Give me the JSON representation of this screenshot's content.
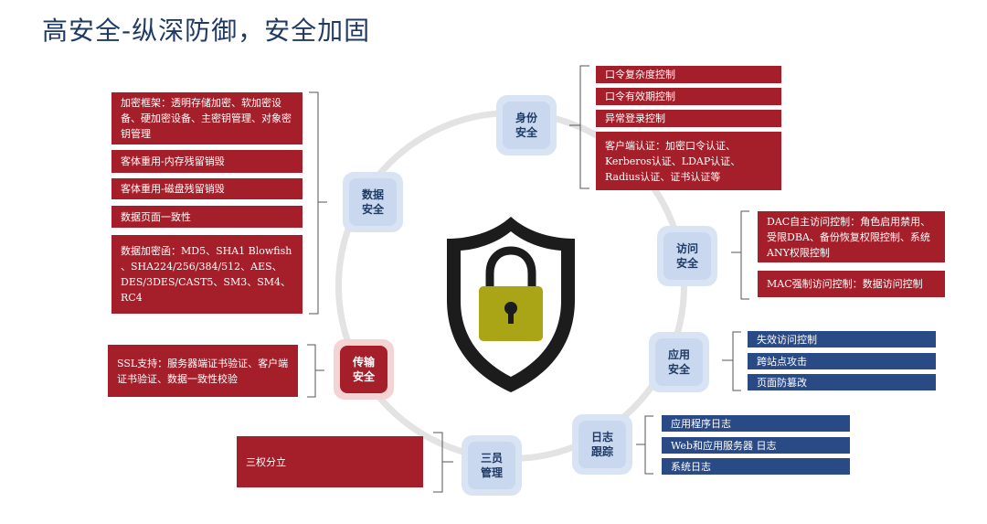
{
  "title": "高安全-纵深防御，安全加固",
  "nodes": {
    "identity": "身份安全",
    "data": "数据安全",
    "access": "访问安全",
    "application": "应用安全",
    "transport": "传输安全",
    "log": "日志跟踪",
    "three_roles": "三员管理"
  },
  "identity_items": [
    "口令复杂度控制",
    "口令有效期控制",
    "异常登录控制",
    "客户端认证：加密口令认证、Kerberos认证、LDAP认证、Radius认证、证书认证等"
  ],
  "data_items": [
    "加密框架：透明存储加密、软加密设备、硬加密设备、主密钥管理、对象密钥管理",
    "客体重用-内存残留销毁",
    "客体重用-磁盘残留销毁",
    "数据页面一致性",
    "数据加密函：MD5、SHA1 Blowfish 、SHA224/256/384/512、AES、DES/3DES/CAST5、SM3、SM4、RC4"
  ],
  "access_items": [
    "DAC自主访问控制：角色启用禁用、受限DBA、备份恢复权限控制、系统ANY权限控制",
    "MAC强制访问控制：数据访问控制"
  ],
  "application_items": [
    "失效访问控制",
    "跨站点攻击",
    "页面防篡改"
  ],
  "transport_items": [
    "SSL支持：服务器端证书验证、客户端证书验证、数据一致性校验"
  ],
  "log_items": [
    "应用程序日志",
    "Web和应用服务器 日志",
    "系统日志"
  ],
  "three_roles_items": [
    "三权分立"
  ],
  "colors": {
    "red": "#a51f2a",
    "blue": "#2a4a86",
    "lock_body": "#a9a517",
    "shield": "#1c1c1c"
  }
}
